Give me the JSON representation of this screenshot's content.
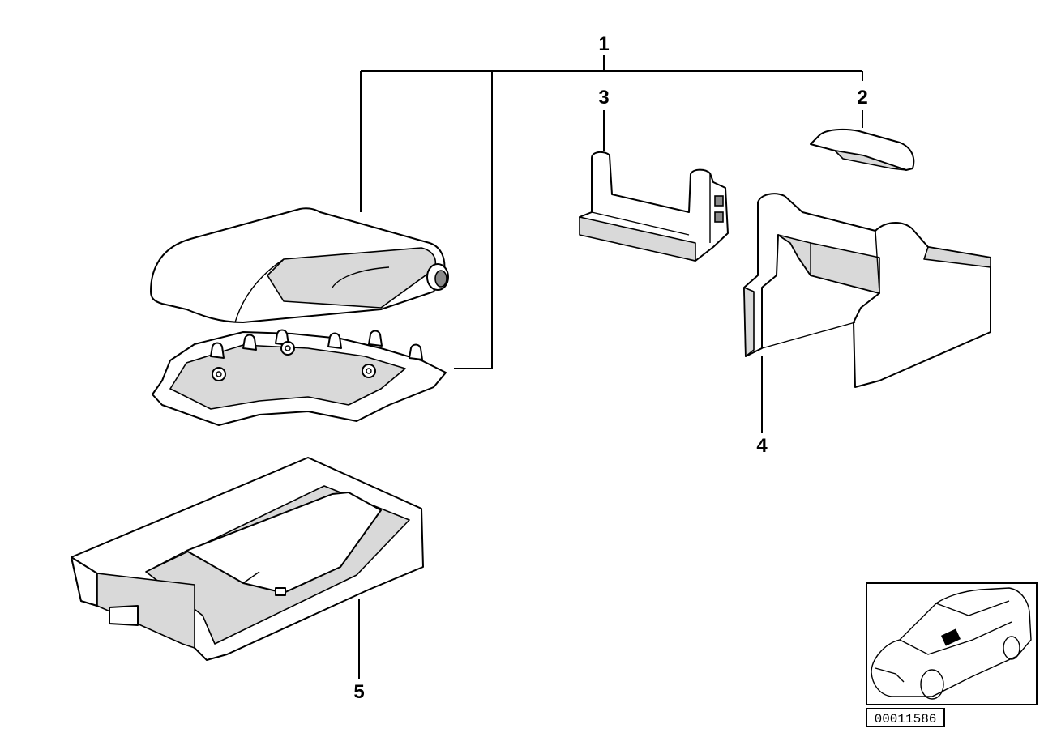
{
  "callouts": {
    "c1": "1",
    "c2": "2",
    "c3": "3",
    "c4": "4",
    "c5": "5"
  },
  "reference_number": "00011586",
  "icons": {
    "locator": "car-location-icon"
  }
}
